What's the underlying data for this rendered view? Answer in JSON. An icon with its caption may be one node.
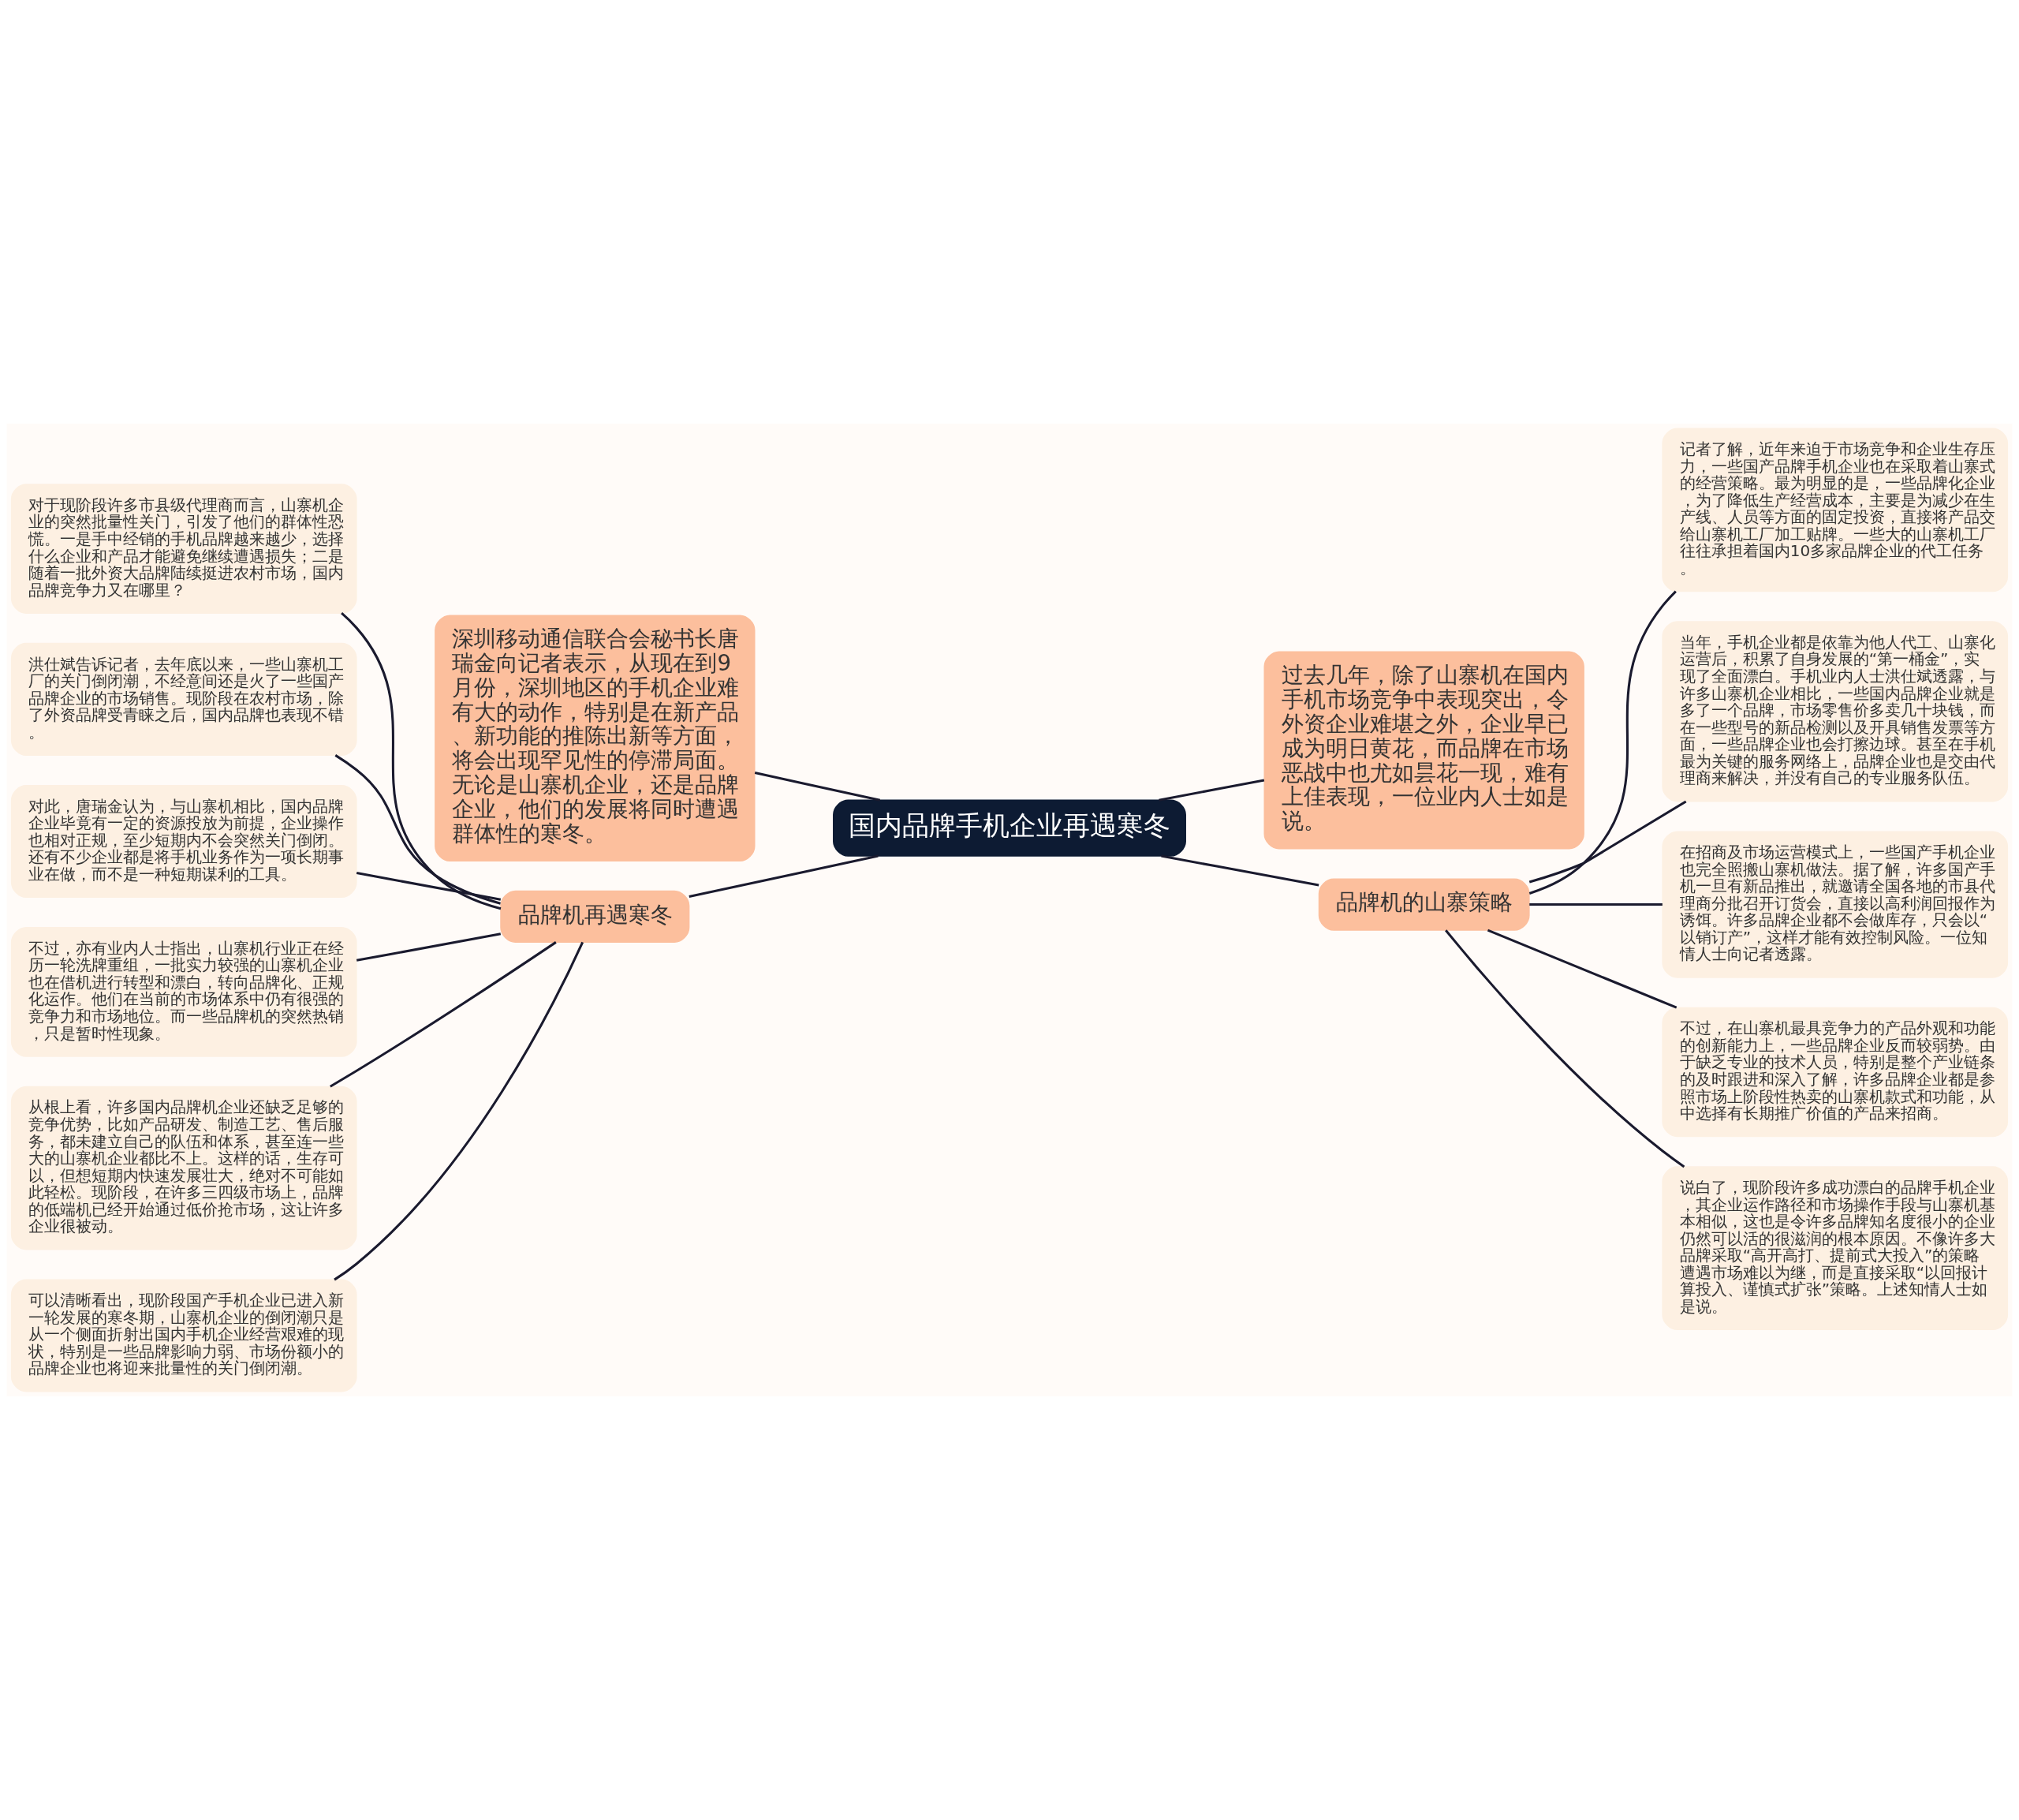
{
  "diagram": {
    "nodes": [
      {
        "text": [
          "国内品牌手机企业再遇寒冬"
        ]
      },
      {
        "text": [
          "深圳移动通信联合会秘书长唐瑞金向记者表示，从现在到9月份，深圳地区的手机企业难有大的动作，特别是在新产品、新功能的推陈出新等方面，将会出现罕见性的停滞局面。无论是山寨机企业，还是品牌企业，他们的发展将同时遭遇群体性的寒冬。"
        ]
      },
      {
        "text": [
          "品牌机再遇寒冬"
        ]
      },
      {
        "text": [
          "对于现阶段许多市县级代理商而言，山寨机企业的突然批量性关门，引发了他们的群体性恐慌。一是手中经销的手机品牌越来越少，选择什么企业和产品才能避免继续遭遇损失；二是随着一批外资大品牌陆续挺进农村市场，国内品牌竞争力又在哪里？"
        ]
      },
      {
        "text": [
          "洪仕斌告诉记者，去年底以来，一些山寨机工厂的关门倒闭潮，不经意间还是火了一些国产品牌企业的市场销售。现阶段在农村市场，除了外资品牌受青睐之后，国内品牌也表现不错。"
        ]
      },
      {
        "text": [
          "对此，唐瑞金认为，与山寨机相比，国内品牌企业毕竟有一定的资源投放为前提，企业操作也相对正规，至少短期内不会突然关门倒闭。还有不少企业都是将手机业务作为一项长期事业在做，而不是一种短期谋利的工具。"
        ]
      },
      {
        "text": [
          "不过，亦有业内人士指出，山寨机行业正在经历一轮洗牌重组，一批实力较强的山寨机企业也在借机进行转型和漂白，转向品牌化、正规化运作。他们在当前的市场体系中仍有很强的竞争力和市场地位。而一些品牌机的突然热销，只是暂时性现象。"
        ]
      },
      {
        "text": [
          "从根上看，许多国内品牌机企业还缺乏足够的竞争优势，比如产品研发、制造工艺、售后服务，都未建立自己的队伍和体系，甚至连一些大的山寨机企业都比不上。这样的话，生存可以，但想短期内快速发展壮大，绝对不可能如此轻松。现阶段，在许多三四级市场上，品牌的低端机已经开始通过低价抢市场，这让许多企业很被动。"
        ]
      },
      {
        "text": [
          "可以清晰看出，现阶段国产手机企业已进入新一轮发展的寒冬期，山寨机企业的倒闭潮只是从一个侧面折射出国内手机企业经营艰难的现状，特别是一些品牌影响力弱、市场份额小的品牌企业也将迎来批量性的关门倒闭潮。"
        ]
      },
      {
        "text": [
          "过去几年，除了山寨机在国内手机市场竞争中表现突出，令外资企业难堪之外，企业早已成为明日黄花，而品牌在市场恶战中也尤如昙花一现，难有上佳表现，一位业内人士如是说。"
        ]
      },
      {
        "text": [
          "品牌机的山寨策略"
        ]
      },
      {
        "text": [
          "记者了解，近年来迫于市场竞争和企业生存压力，一些国产品牌手机企业也在采取着山寨式的经营策略。最为明显的是，一些品牌化企业，为了降低生产经营成本，主要是为减少在生产线、人员等方面的固定投资，直接将产品交给山寨机工厂加工贴牌。一些大的山寨机工厂往往承担着国内10多家品牌企业的代工任务。"
        ]
      },
      {
        "text": [
          "当年，手机企业都是依靠为他人代工、山寨化运营后，积累了自身发展的“第一桶金”，实现了全面漂白。手机业内人士洪仕斌透露，与许多山寨机企业相比，一些国内品牌企业就是多了一个品牌，市场零售价多卖几十块钱，而在一些型号的新品检测以及开具销售发票等方面，一些品牌企业也会打擦边球。甚至在手机最为关键的服务网络上，品牌企业也是交由代理商来解决，并没有自己的专业服务队伍。"
        ]
      },
      {
        "text": [
          "在招商及市场运营模式上，一些国产手机企业也完全照搬山寨机做法。据了解，许多国产手机一旦有新品推出，就邀请全国各地的市县代理商分批召开订货会，直接以高利润回报作为诱饵。许多品牌企业都不会做库存，只会以“以销订产”，这样才能有效控制风险。一位知情人士向记者透露。"
        ]
      },
      {
        "text": [
          "不过，在山寨机最具竞争力的产品外观和功能的创新能力上，一些品牌企业反而较弱势。由于缺乏专业的技术人员，特别是整个产业链条的及时跟进和深入了解，许多品牌企业都是参照市场上阶段性热卖的山寨机款式和功能，从中选择有长期推广价值的产品来招商。"
        ]
      },
      {
        "text": [
          "说白了，现阶段许多成功漂白的品牌手机企业，其企业运作路径和市场操作手段与山寨机基本相似，这也是令许多品牌知名度很小的企业仍然可以活的很滋润的根本原因。不像许多大品牌采取“高开高打、提前式大投入”的策略遭遇市场难以为继，而是直接采取“以回报计算投入、谨慎式扩张”策略。上述知情人士如是说。"
        ]
      }
    ],
    "edges": [
      {
        "from": 0,
        "to": 1,
        "arrow": "none"
      },
      {
        "from": 0,
        "to": 2,
        "arrow": "none"
      },
      {
        "from": 2,
        "to": 3,
        "arrow": "none"
      },
      {
        "from": 2,
        "to": 4,
        "arrow": "none"
      },
      {
        "from": 2,
        "to": 5,
        "arrow": "none"
      },
      {
        "from": 2,
        "to": 6,
        "arrow": "none"
      },
      {
        "from": 2,
        "to": 7,
        "arrow": "none"
      },
      {
        "from": 2,
        "to": 8,
        "arrow": "none"
      },
      {
        "from": 0,
        "to": 9,
        "arrow": "none"
      },
      {
        "from": 0,
        "to": 10,
        "arrow": "none"
      },
      {
        "from": 10,
        "to": 11,
        "arrow": "none"
      },
      {
        "from": 10,
        "to": 12,
        "arrow": "none"
      },
      {
        "from": 10,
        "to": 13,
        "arrow": "none"
      },
      {
        "from": 10,
        "to": 14,
        "arrow": "none"
      },
      {
        "from": 10,
        "to": 15,
        "arrow": "none"
      }
    ]
  }
}
